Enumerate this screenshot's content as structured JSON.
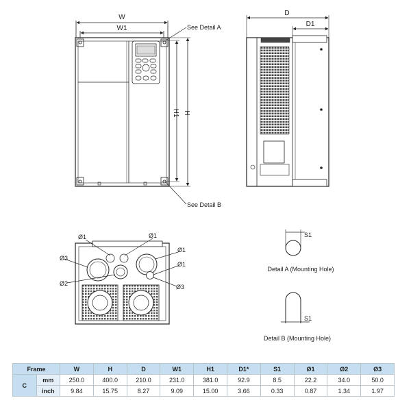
{
  "front_view": {
    "dim_width": "W",
    "dim_width1": "W1",
    "dim_height": "H",
    "dim_height1": "H1",
    "callout_a": "See Detail A",
    "callout_b": "See Detail B"
  },
  "side_view": {
    "dim_depth": "D",
    "dim_depth1": "D1"
  },
  "bottom_view": {
    "hole_labels": {
      "phi1_a": "Ø1",
      "phi1_b": "Ø1",
      "phi1_c": "Ø1",
      "phi1_d": "Ø1",
      "phi3_a": "Ø3",
      "phi3_b": "Ø3",
      "phi2": "Ø2"
    }
  },
  "details": {
    "a_label": "S1",
    "a_caption": "Detail A (Mounting Hole)",
    "b_label": "S1",
    "b_caption": "Detail B (Mounting Hole)"
  },
  "table": {
    "headers": [
      "Frame",
      "W",
      "H",
      "D",
      "W1",
      "H1",
      "D1*",
      "S1",
      "Ø1",
      "Ø2",
      "Ø3"
    ],
    "frame": "C",
    "rows": [
      {
        "unit": "mm",
        "values": [
          "250.0",
          "400.0",
          "210.0",
          "231.0",
          "381.0",
          "92.9",
          "8.5",
          "22.2",
          "34.0",
          "50.0"
        ]
      },
      {
        "unit": "inch",
        "values": [
          "9.84",
          "15.75",
          "8.27",
          "9.09",
          "15.00",
          "3.66",
          "0.33",
          "0.87",
          "1.34",
          "1.97"
        ]
      }
    ]
  }
}
